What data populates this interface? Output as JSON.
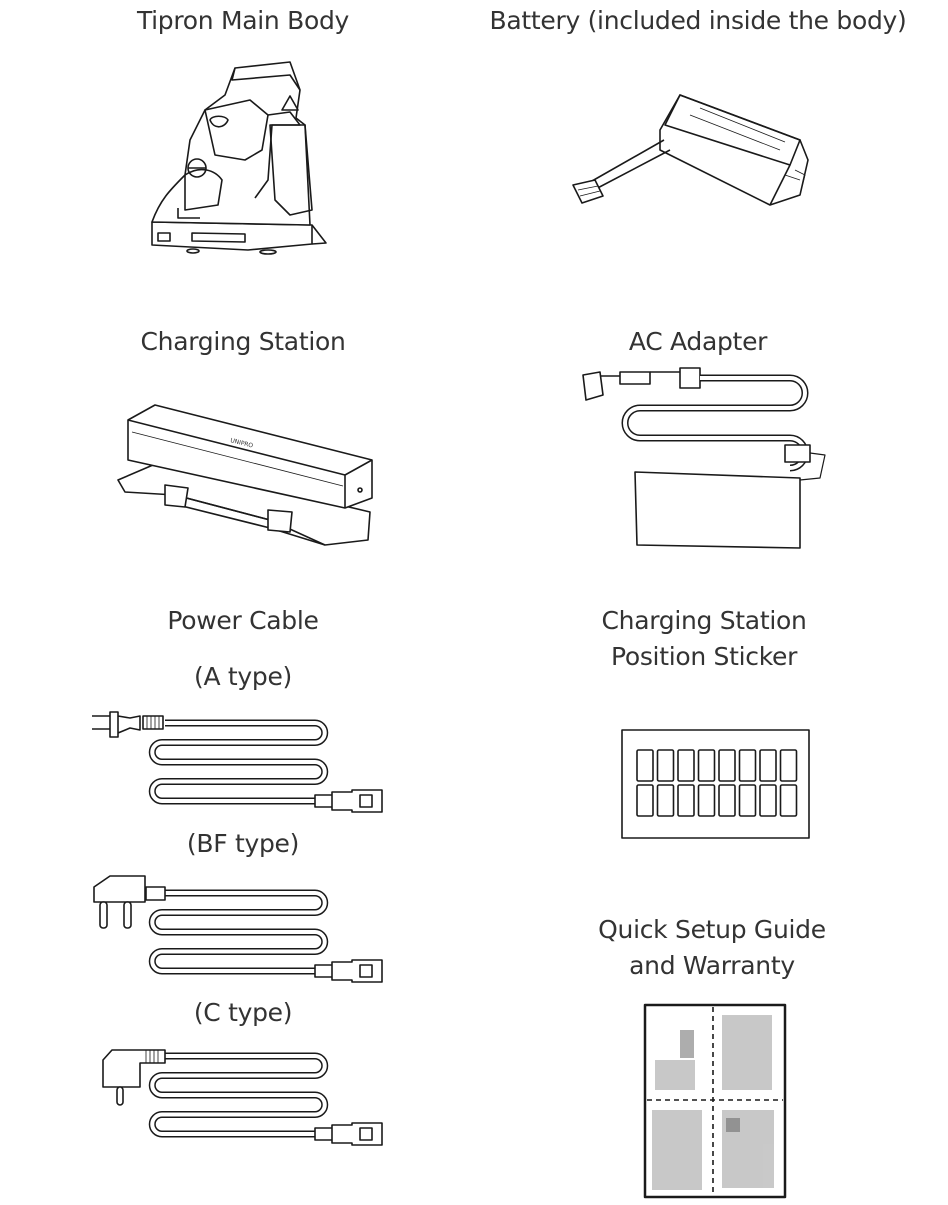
{
  "items": {
    "main_body": {
      "label": "Tipron Main Body"
    },
    "battery": {
      "label": "Battery (included inside the body)"
    },
    "charging_station": {
      "label": "Charging Station"
    },
    "ac_adapter": {
      "label": "AC Adapter"
    },
    "power_cable": {
      "label": "Power Cable",
      "types": [
        "(A type)",
        "(BF type)",
        "(C type)"
      ]
    },
    "sticker": {
      "label_line1": "Charging Station",
      "label_line2": "Position Sticker"
    },
    "guide": {
      "label_line1": "Quick Setup Guide",
      "label_line2": "and Warranty"
    }
  },
  "colors": {
    "text": "#333333",
    "line": "#1a1a1a"
  }
}
